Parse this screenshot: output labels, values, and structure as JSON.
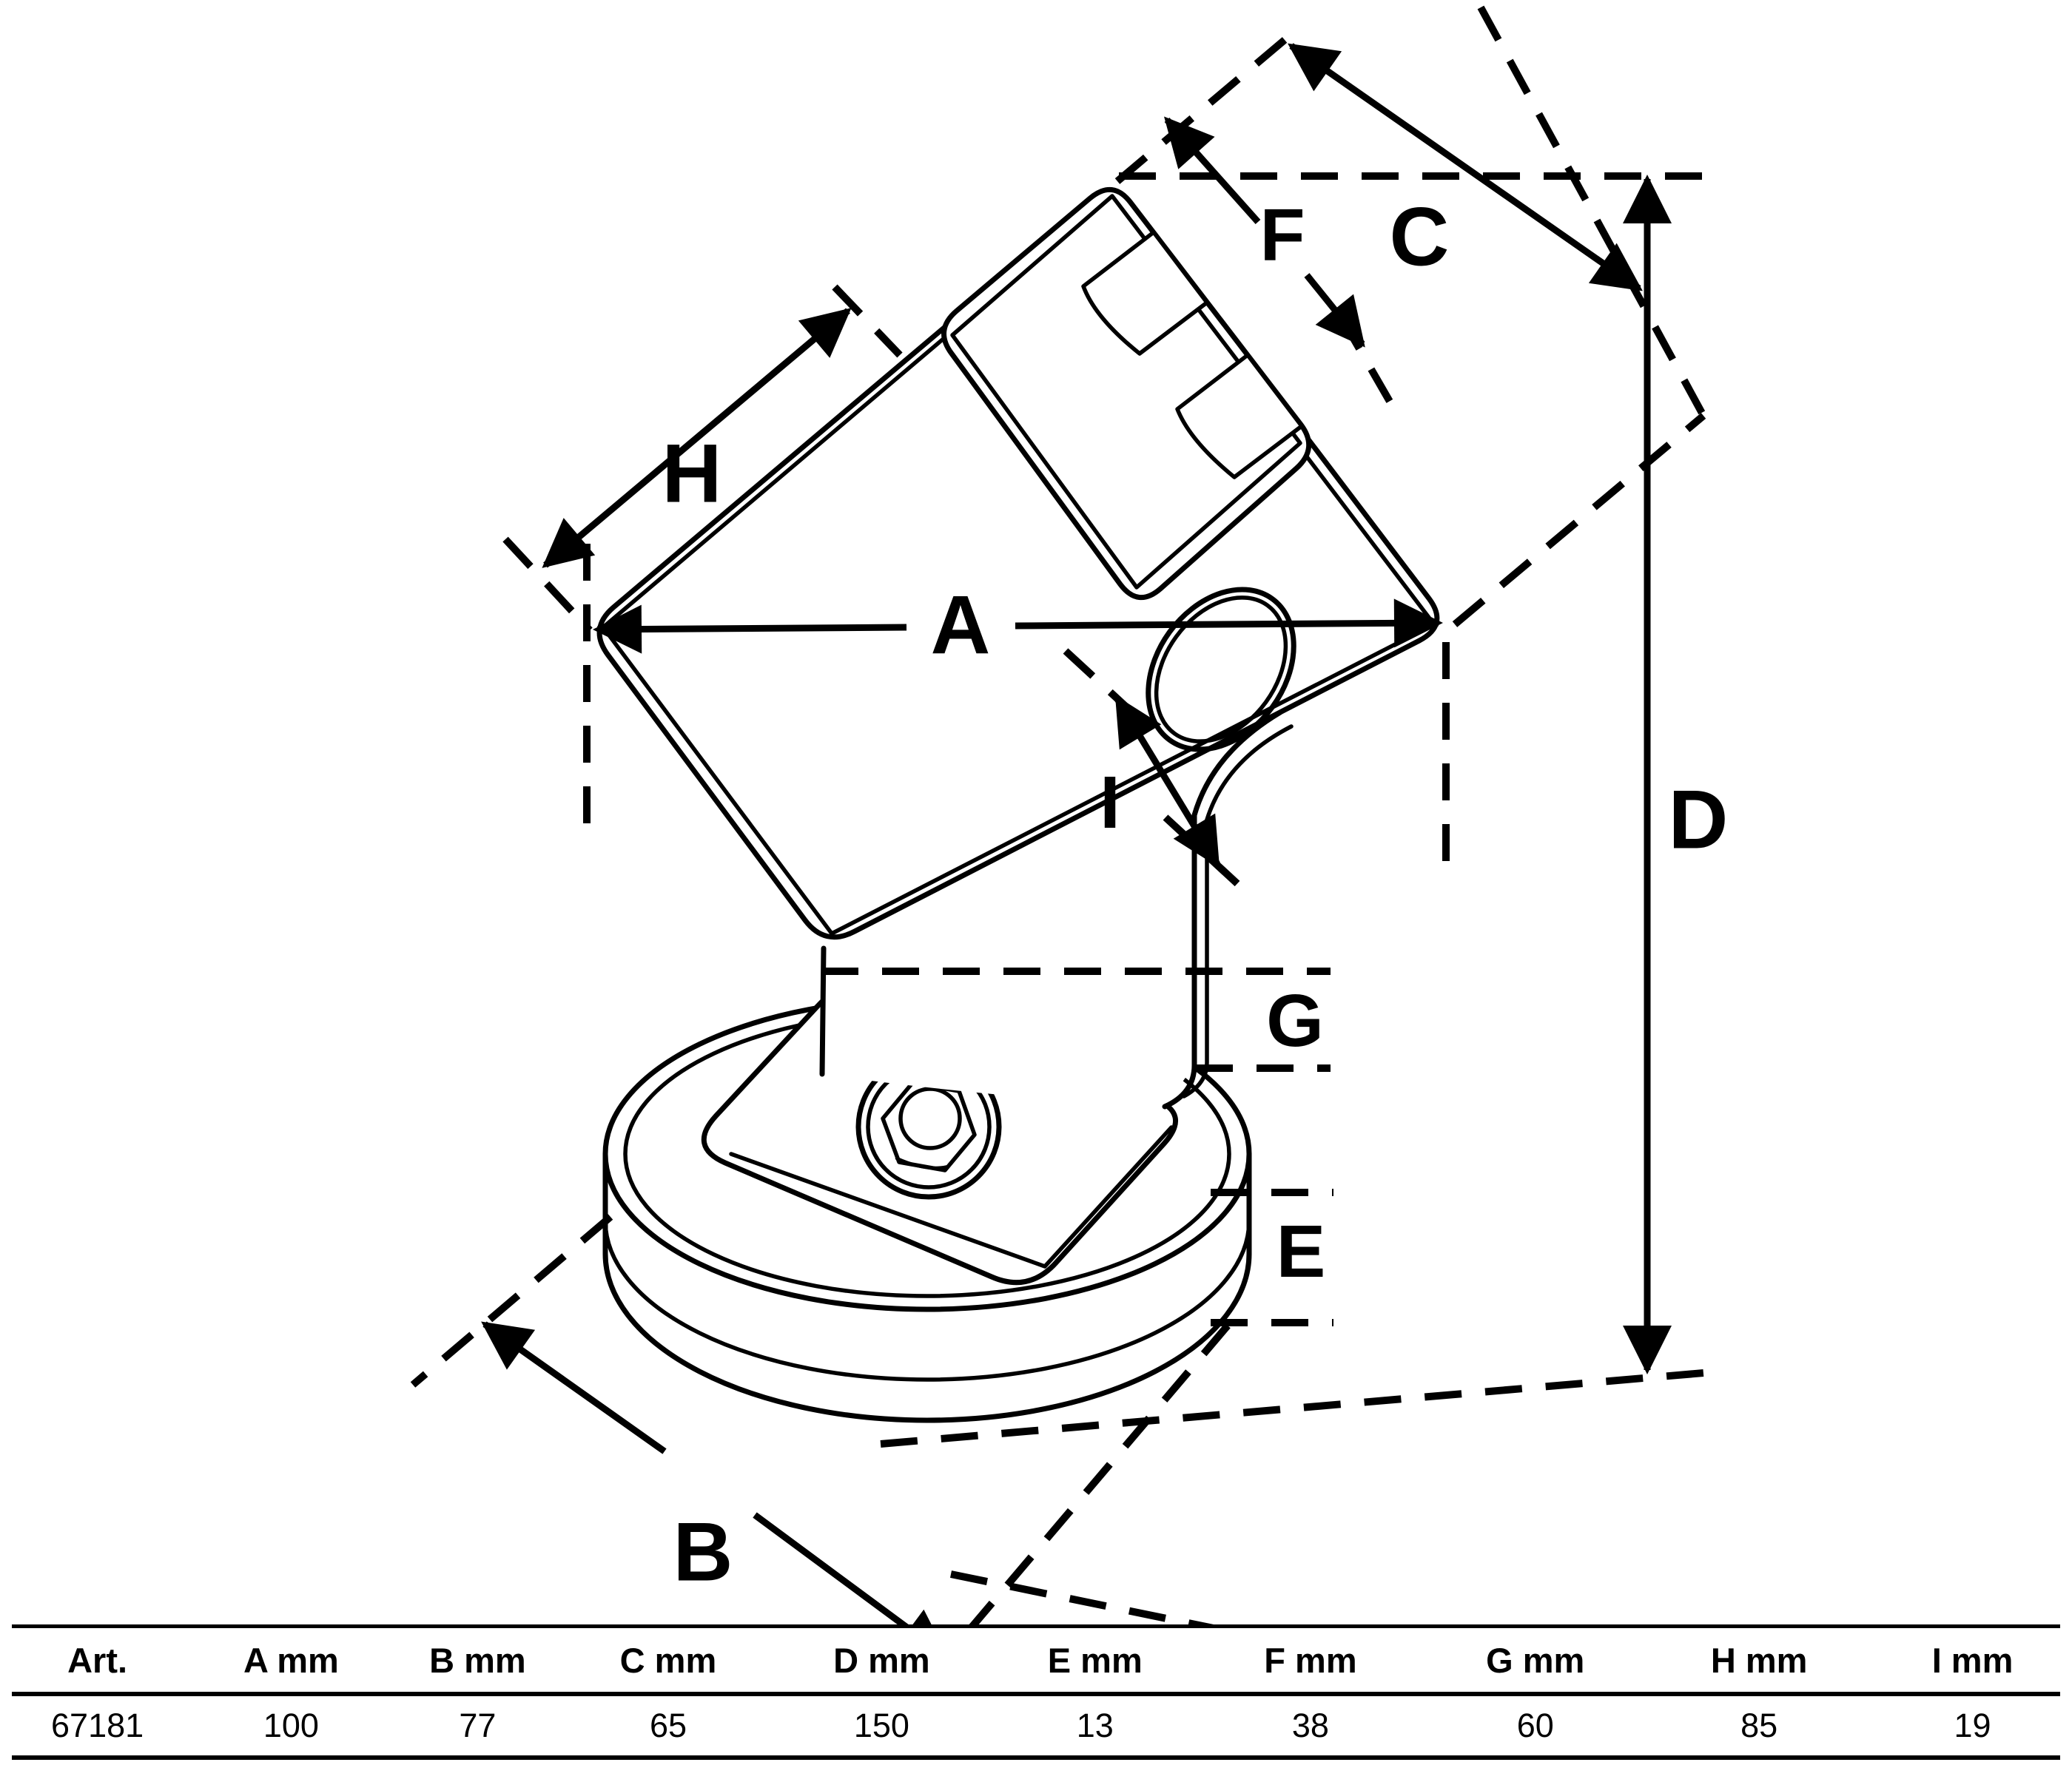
{
  "figure": {
    "labels": {
      "A": "A",
      "B": "B",
      "C": "C",
      "D": "D",
      "E": "E",
      "F": "F",
      "G": "G",
      "H": "H",
      "I": "I"
    }
  },
  "table": {
    "headers": [
      "Art.",
      "A mm",
      "B mm",
      "C mm",
      "D mm",
      "E mm",
      "F mm",
      "G mm",
      "H mm",
      "I mm"
    ],
    "row": [
      "67181",
      "100",
      "77",
      "65",
      "150",
      "13",
      "38",
      "60",
      "85",
      "19"
    ]
  },
  "colors": {
    "ink": "#000000",
    "background": "#ffffff"
  }
}
